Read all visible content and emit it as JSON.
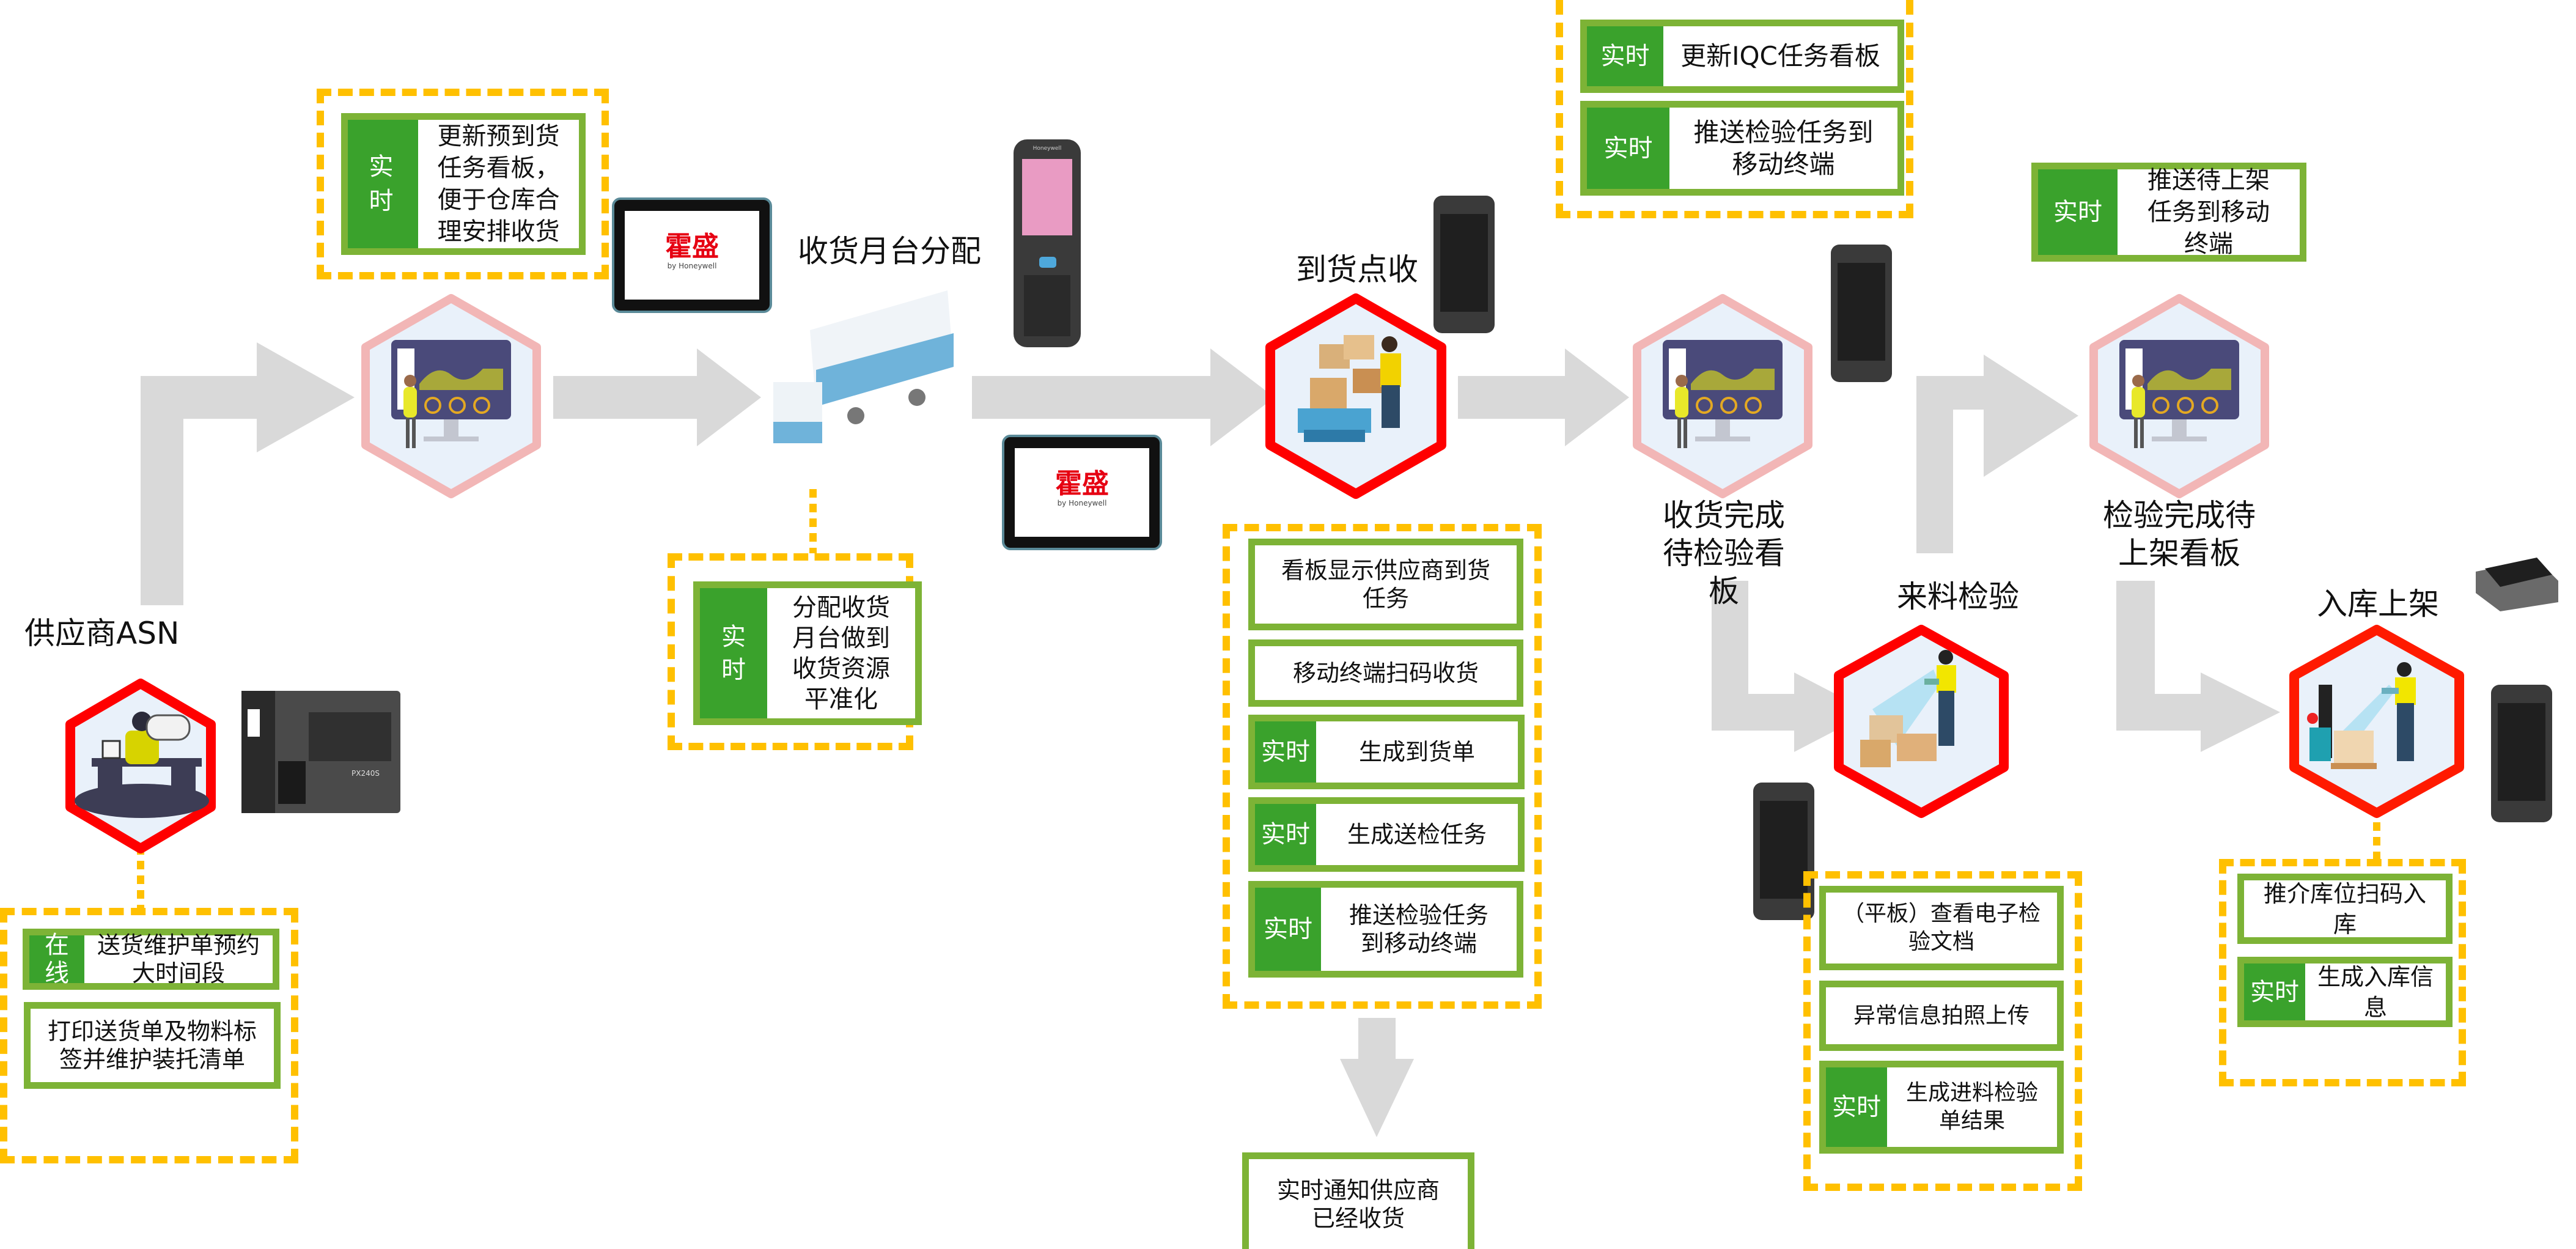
{
  "diagram": {
    "title": "收货入库流程",
    "stages": [
      {
        "id": "supplier-asn",
        "label": "供应商ASN"
      },
      {
        "id": "dock-allocation",
        "label": "收货月台分配"
      },
      {
        "id": "arrival-receiving",
        "label": "到货点收"
      },
      {
        "id": "received-pending-inspection-board",
        "label": "收货完成待检验看板"
      },
      {
        "id": "incoming-inspection",
        "label": "来料检验"
      },
      {
        "id": "inspected-pending-putaway-board",
        "label": "检验完成待上架看板"
      },
      {
        "id": "putaway",
        "label": "入库上架"
      }
    ],
    "tags": {
      "realtime": "实时",
      "online": "在线"
    },
    "groups": {
      "asn": [
        {
          "tag": "在线",
          "text": "送货维护单预约大时间段"
        },
        {
          "tag": "",
          "text": "打印送货单及物料标签并维护装托清单"
        }
      ],
      "prearrival_board": [
        {
          "tag": "实时",
          "text": "更新预到货任务看板，便于仓库合理安排收货"
        }
      ],
      "dock": [
        {
          "tag": "实时",
          "text": "分配收货月台做到收货资源平准化"
        }
      ],
      "receiving": [
        {
          "tag": "",
          "text": "看板显示供应商到货任务"
        },
        {
          "tag": "",
          "text": "移动终端扫码收货"
        },
        {
          "tag": "实时",
          "text": "生成到货单"
        },
        {
          "tag": "实时",
          "text": "生成送检任务"
        },
        {
          "tag": "实时",
          "text": "推送检验任务到移动终端"
        }
      ],
      "notify": [
        {
          "tag": "",
          "text": "实时通知供应商已经收货"
        }
      ],
      "iqc_board": [
        {
          "tag": "实时",
          "text": "更新IQC任务看板"
        },
        {
          "tag": "实时",
          "text": "推送检验任务到移动终端"
        }
      ],
      "putaway_push": [
        {
          "tag": "实时",
          "text": "推送待上架任务到移动终端"
        }
      ],
      "inspection": [
        {
          "tag": "",
          "text": "（平板）查看电子检验文档"
        },
        {
          "tag": "",
          "text": "异常信息拍照上传"
        },
        {
          "tag": "实时",
          "text": "生成进料检验单结果"
        }
      ],
      "putaway": [
        {
          "tag": "",
          "text": "推介库位扫码入库"
        },
        {
          "tag": "实时",
          "text": "生成入库信息"
        }
      ]
    },
    "devices": {
      "tablet_brand": "霍盛",
      "tablet_sub": "by Honeywell",
      "printer_model": "PX240S",
      "handheld_brand": "Honeywell"
    },
    "colors": {
      "realtime_tag": "#3aa22c",
      "card_border": "#7db336",
      "group_border": "#ffc000",
      "arrow": "#d9d9d9",
      "hex_active": "#ff0000",
      "hex_board": "#f2b6b6",
      "hex_fill": "#e9f1fa"
    }
  }
}
